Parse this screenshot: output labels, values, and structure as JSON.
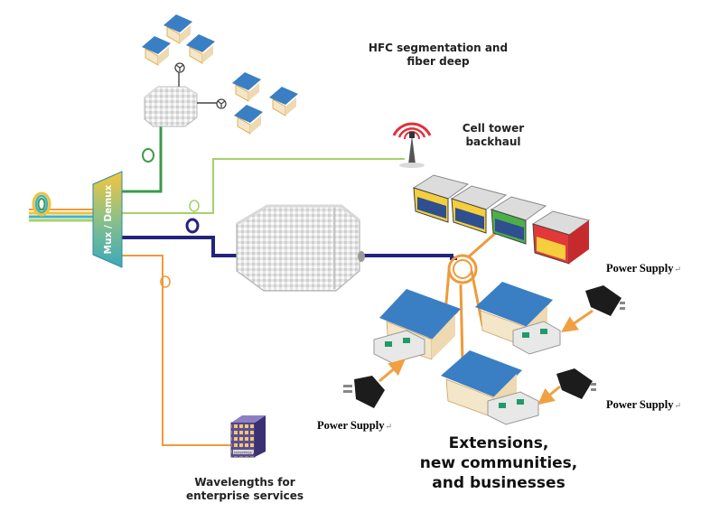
{
  "labels": {
    "hfc": [
      "HFC segmentation and",
      "fiber deep"
    ],
    "cell_tower": [
      "Cell tower",
      "backhaul"
    ],
    "mux": "Mux / Demux",
    "wavelengths": [
      "Wavelengths for",
      "enterprise services"
    ],
    "extensions": [
      "Extensions,",
      "new communities,",
      "and businesses"
    ],
    "power_supply": "Power Supply",
    "return_mark": "↵",
    "building_sign": "ENTERPRISE"
  },
  "colors": {
    "fiber_green": "#3c9a4a",
    "fiber_lightgreen": "#a9cf6a",
    "fiber_navy": "#23237e",
    "fiber_orange": "#ef9a3a",
    "fiber_teal": "#3bb3c9",
    "mux_yellow": "#f2c23a",
    "mux_teal": "#3aa9b9",
    "roof_blue": "#3a7fc4",
    "house_wall": "#f4e6c8",
    "arrow_orange": "#f0a040"
  },
  "icons": [
    "house-icon",
    "fiber-node-icon",
    "cell-tower-icon",
    "power-supply-icon",
    "amplifier-icon",
    "enterprise-building-icon",
    "fiber-loop-icon",
    "antenna-icon"
  ]
}
